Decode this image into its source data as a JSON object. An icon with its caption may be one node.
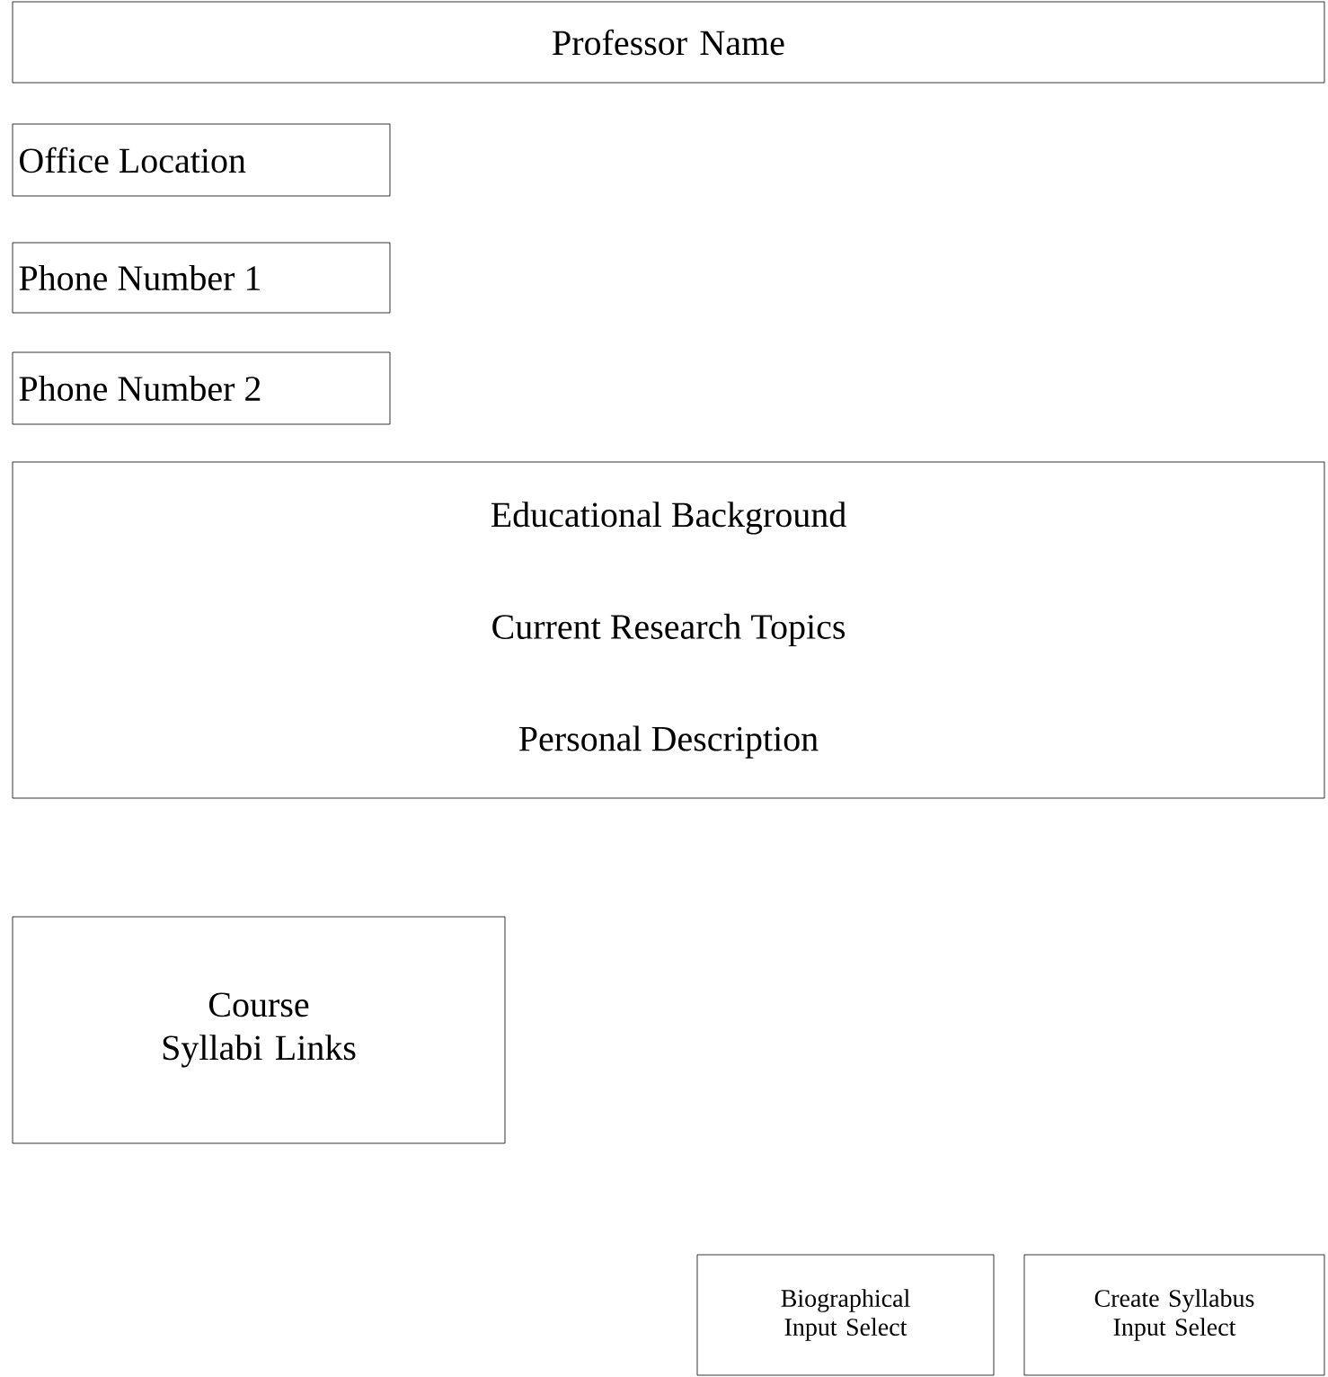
{
  "diagram": {
    "nodes": [
      {
        "text": [
          "Professor Name"
        ]
      },
      {
        "text": [
          "Office Location"
        ]
      },
      {
        "text": [
          "Phone Number 1"
        ]
      },
      {
        "text": [
          "Phone Number 2"
        ]
      },
      {
        "text": [
          "Educational Background",
          "Current Research Topics",
          "Personal Description"
        ]
      },
      {
        "text": [
          "Course Syllabi Links"
        ]
      },
      {
        "text": [
          "Biographical Input Select"
        ]
      },
      {
        "text": [
          "Create Syllabus Input Select"
        ]
      }
    ]
  }
}
